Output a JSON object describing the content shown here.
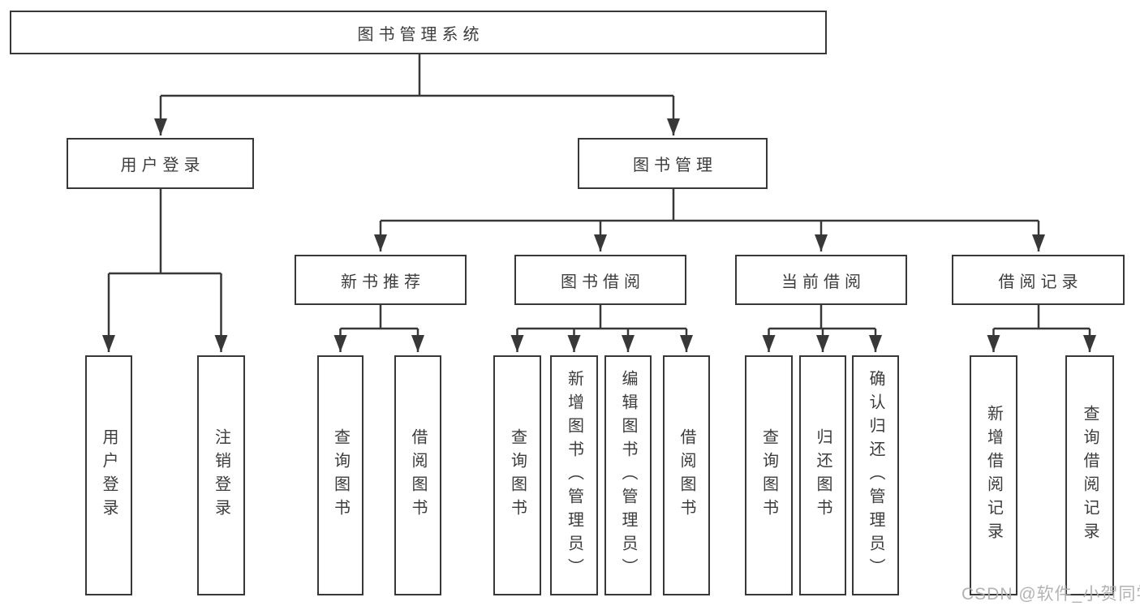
{
  "nodes": {
    "root": "图书管理系统",
    "user_login": "用户登录",
    "book_mgmt": "图书管理",
    "new_book": "新书推荐",
    "book_borrow": "图书借阅",
    "current_borrow": "当前借阅",
    "borrow_record": "借阅记录",
    "leaves": {
      "user_login": [
        "用户登录",
        "注销登录"
      ],
      "new_book": [
        "查询图书",
        "借阅图书"
      ],
      "book_borrow": [
        "查询图书",
        "新增图书（管理员）",
        "编辑图书（管理员）",
        "借阅图书"
      ],
      "current_borrow": [
        "查询图书",
        "归还图书",
        "确认归还（管理员）"
      ],
      "borrow_record": [
        "新增借阅记录",
        "查询借阅记录"
      ]
    }
  },
  "watermark": "CSDN @软件_小贺同学",
  "colors": {
    "line": "#383838",
    "text": "#3c3c3c",
    "watermark": "#ababab",
    "background": "#ffffff"
  }
}
